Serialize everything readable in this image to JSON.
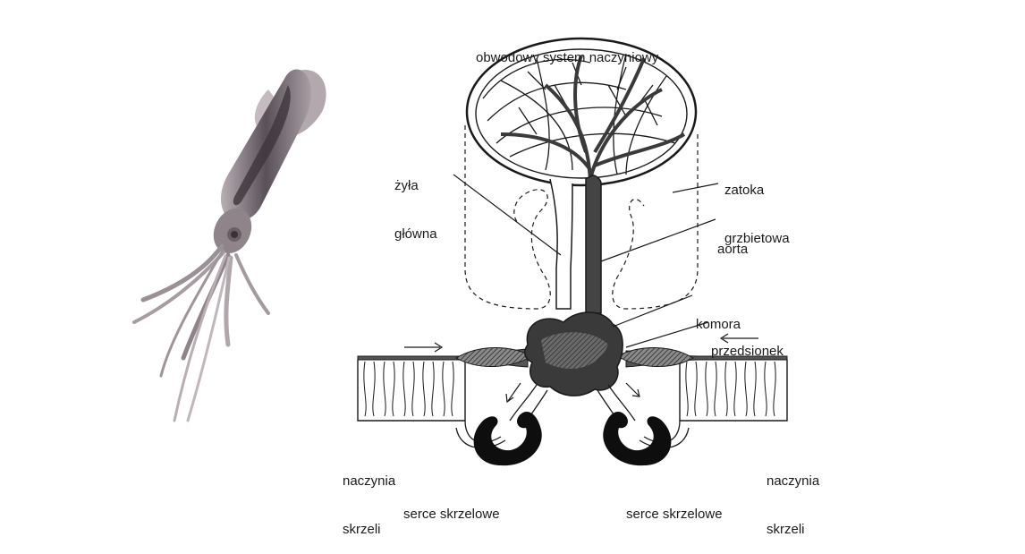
{
  "labels": {
    "title": "obwodowy system naczyniowy",
    "main_vein_line1": "żyła",
    "main_vein_line2": "główna",
    "dorsal_sinus_line1": "zatoka",
    "dorsal_sinus_line2": "grzbietowa",
    "aorta": "aorta",
    "ventricle": "komora",
    "atrium": "przedsionek",
    "gill_vessels_left_line1": "naczynia",
    "gill_vessels_left_line2": "skrzeli",
    "gill_vessels_right_line1": "naczynia",
    "gill_vessels_right_line2": "skrzeli",
    "branchial_heart_left": "serce skrzelowe",
    "branchial_heart_right": "serce skrzelowe"
  },
  "colors": {
    "ink": "#1a1a1a",
    "vessel_dark": "#3a3a3a",
    "vessel_hatch": "#6e6e6e",
    "squid_body": "#8a8088",
    "squid_dark": "#4a4248"
  }
}
